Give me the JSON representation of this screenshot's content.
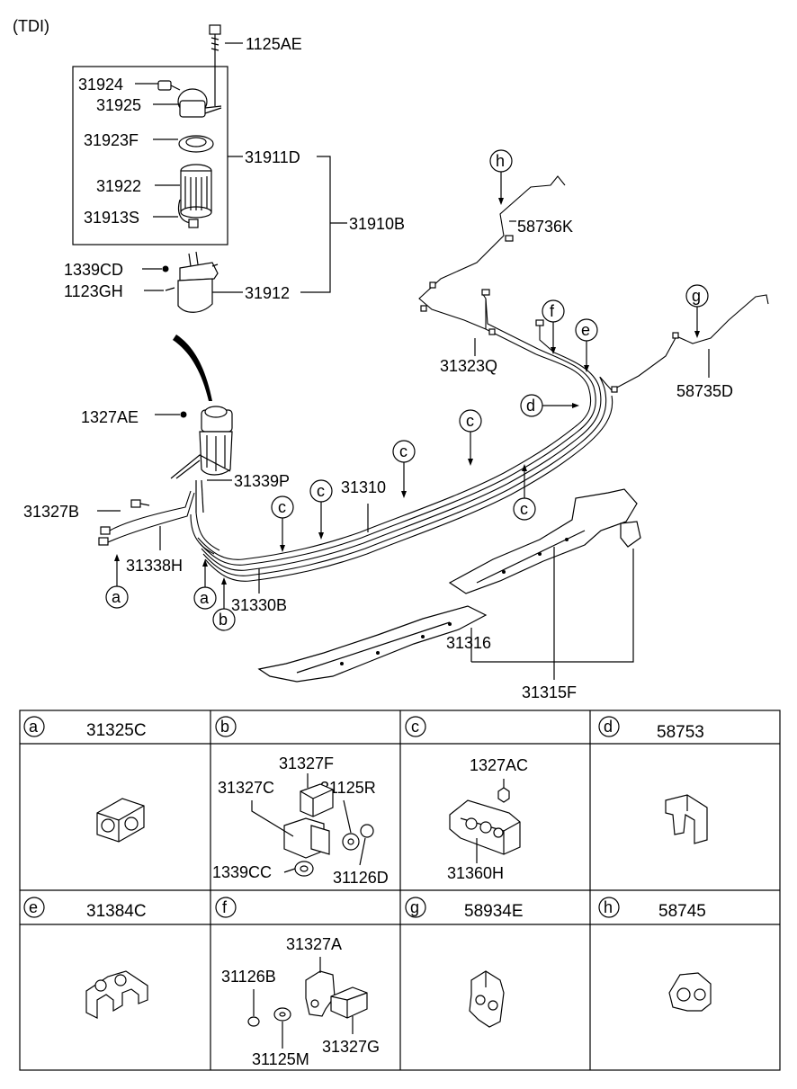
{
  "variant": "(TDI)",
  "upper": {
    "labels": {
      "l1125AE": "1125AE",
      "l31924": "31924",
      "l31925": "31925",
      "l31923F": "31923F",
      "l31911D": "31911D",
      "l31922": "31922",
      "l31913S": "31913S",
      "l31910B": "31910B",
      "l1339CD": "1339CD",
      "l1123GH": "1123GH",
      "l31912": "31912",
      "l1327AE": "1327AE",
      "l31339P": "31339P",
      "l31327B": "31327B",
      "l31338H": "31338H",
      "l31330B": "31330B",
      "l31310": "31310",
      "l31316": "31316",
      "l31315F": "31315F",
      "l31323Q": "31323Q",
      "l58736K": "58736K",
      "l58735D": "58735D"
    },
    "callouts": {
      "a1": "a",
      "a2": "a",
      "b": "b",
      "c1": "c",
      "c2": "c",
      "c3": "c",
      "c4": "c",
      "c5": "c",
      "d": "d",
      "e": "e",
      "f": "f",
      "g": "g",
      "h": "h"
    }
  },
  "table": {
    "cells": [
      {
        "key": "a",
        "part": "31325C",
        "labels": []
      },
      {
        "key": "b",
        "part": "",
        "labels": [
          "31327F",
          "31327C",
          "31125R",
          "1339CC",
          "31126D"
        ]
      },
      {
        "key": "c",
        "part": "",
        "labels": [
          "1327AC",
          "31360H"
        ]
      },
      {
        "key": "d",
        "part": "58753",
        "labels": []
      },
      {
        "key": "e",
        "part": "31384C",
        "labels": []
      },
      {
        "key": "f",
        "part": "",
        "labels": [
          "31327A",
          "31126B",
          "31125M",
          "31327G"
        ]
      },
      {
        "key": "g",
        "part": "58934E",
        "labels": []
      },
      {
        "key": "h",
        "part": "58745",
        "labels": []
      }
    ]
  }
}
